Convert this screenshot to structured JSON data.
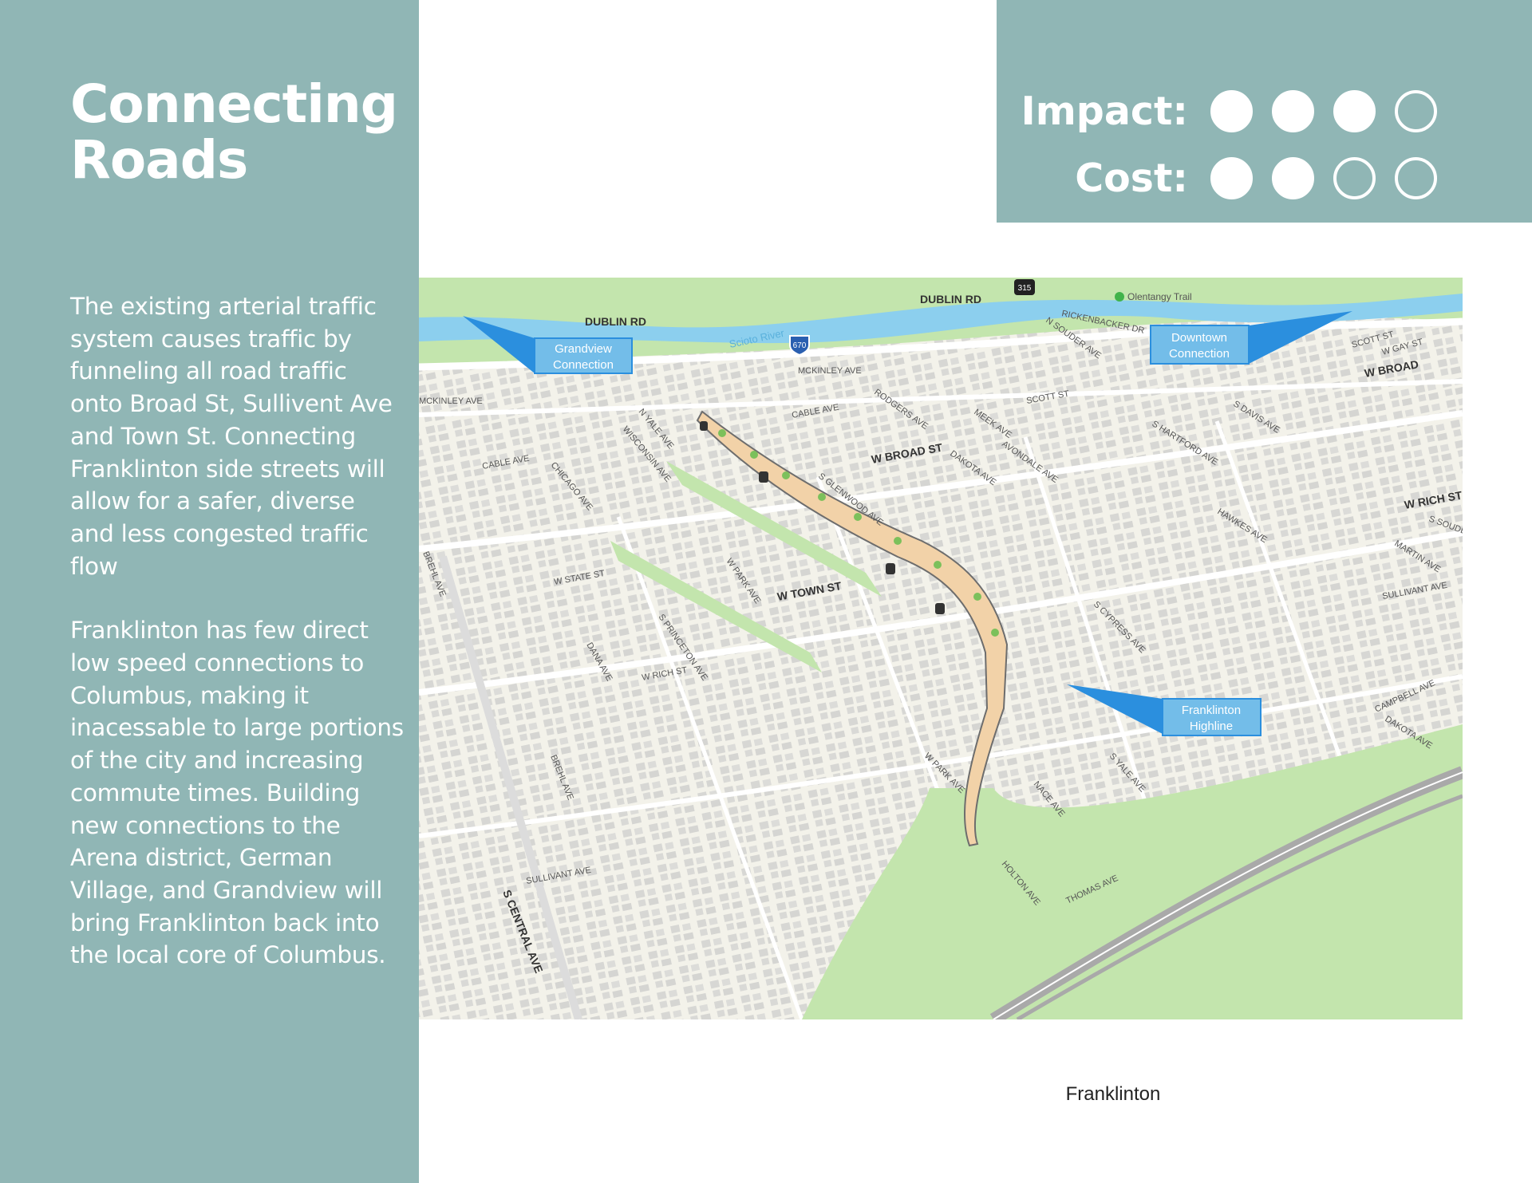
{
  "title_line1": "Connecting",
  "title_line2": "Roads",
  "ratings": {
    "impact_label": "Impact:",
    "impact_value": 3,
    "cost_label": "Cost:",
    "cost_value": 2,
    "max": 4
  },
  "paragraphs": [
    "The existing arterial traffic system causes traffic by funneling all road traffic onto Broad St, Sullivent Ave and Town St. Connecting Franklinton side streets will allow for a safer, diverse and less congested traffic flow",
    "Franklinton has few direct low speed connections to Columbus, making it inacessable to large portions of the city and increasing commute times. Building new connections to the Arena district, German Village, and Grandview will bring Franklinton back into the local core of Columbus."
  ],
  "map": {
    "callouts": {
      "grandview_1": "Grandview",
      "grandview_2": "Connection",
      "downtown_1": "Downtown",
      "downtown_2": "Connection",
      "highline_1": "Franklinton",
      "highline_2": "Highline"
    },
    "streets": {
      "dublin_rd_1": "DUBLIN RD",
      "dublin_rd_2": "DUBLIN RD",
      "scioto_river": "Scioto River",
      "olentangy_trail": "Olentangy Trail",
      "rickenbacker": "RICKENBACKER DR",
      "souder": "N SOUDER AVE",
      "mckinley_1": "MCKINLEY AVE",
      "mckinley_2": "MCKINLEY AVE",
      "scott_st": "SCOTT ST",
      "w_broad_1": "W BROAD ST",
      "w_broad_2": "W BROAD",
      "w_town": "W TOWN ST",
      "w_state": "W STATE ST",
      "w_rich_1": "W RICH ST",
      "w_rich_2": "W RICH ST",
      "sullivant_1": "SULLIVANT AVE",
      "sullivant_2": "SULLIVANT AVE",
      "s_central": "S CENTRAL AVE",
      "breihl_1": "BREHL AVE",
      "breihl_2": "BREHL AVE",
      "w_park_1": "W PARK AVE",
      "w_park_2": "W PARK AVE",
      "dana": "DANA AVE",
      "princeton": "S PRINCETON AVE",
      "wisconsin": "WISCONSIN AVE",
      "chicago": "CHICAGO AVE",
      "cable_1": "CABLE AVE",
      "cable_2": "CABLE AVE",
      "yale": "N YALE AVE",
      "s_yale": "S YALE AVE",
      "glenwood": "S GLENWOOD AVE",
      "rodgers": "RODGERS AVE",
      "meek": "MEEK AVE",
      "avondale": "AVONDALE AVE",
      "dakota_1": "DAKOTA AVE",
      "dakota_2": "DAKOTA AVE",
      "hartford": "S HARTFORD AVE",
      "davis": "S DAVIS AVE",
      "hawkes": "HAWKES AVE",
      "martin": "MARTIN AVE",
      "campbell": "CAMPBELL AVE",
      "cypress": "S CYPRESS AVE",
      "nace": "NACE AVE",
      "holton": "HOLTON AVE",
      "thomas": "THOMAS AVE",
      "w_gay": "W GAY ST",
      "scott_st_2": "SCOTT ST",
      "s_souder": "S SOUDE",
      "shield_670": "670",
      "shield_315": "315"
    }
  },
  "caption": "Franklinton",
  "colors": {
    "panel": "#90b6b5",
    "callout": "#2b8fde",
    "park": "#bfe3a6",
    "river": "#8ccfee",
    "highline": "#f2d2a8"
  }
}
